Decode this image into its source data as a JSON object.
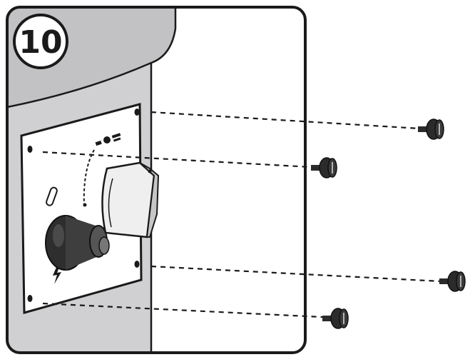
{
  "step": {
    "number": "10"
  },
  "colors": {
    "outline": "#1a1a1a",
    "housing": "#d0d0d2",
    "housing_top": "#bdbdbf",
    "plate": "#ffffff",
    "knob": "#e4e4e4",
    "knob_shade": "#bcbcbc",
    "button": "#3a3a3a",
    "screw": "#2b2b2b"
  },
  "icons": [
    "step-number-badge",
    "mounting-plate",
    "rotary-switch-knob",
    "push-button",
    "screw-icon"
  ],
  "screws": {
    "count": 4
  }
}
